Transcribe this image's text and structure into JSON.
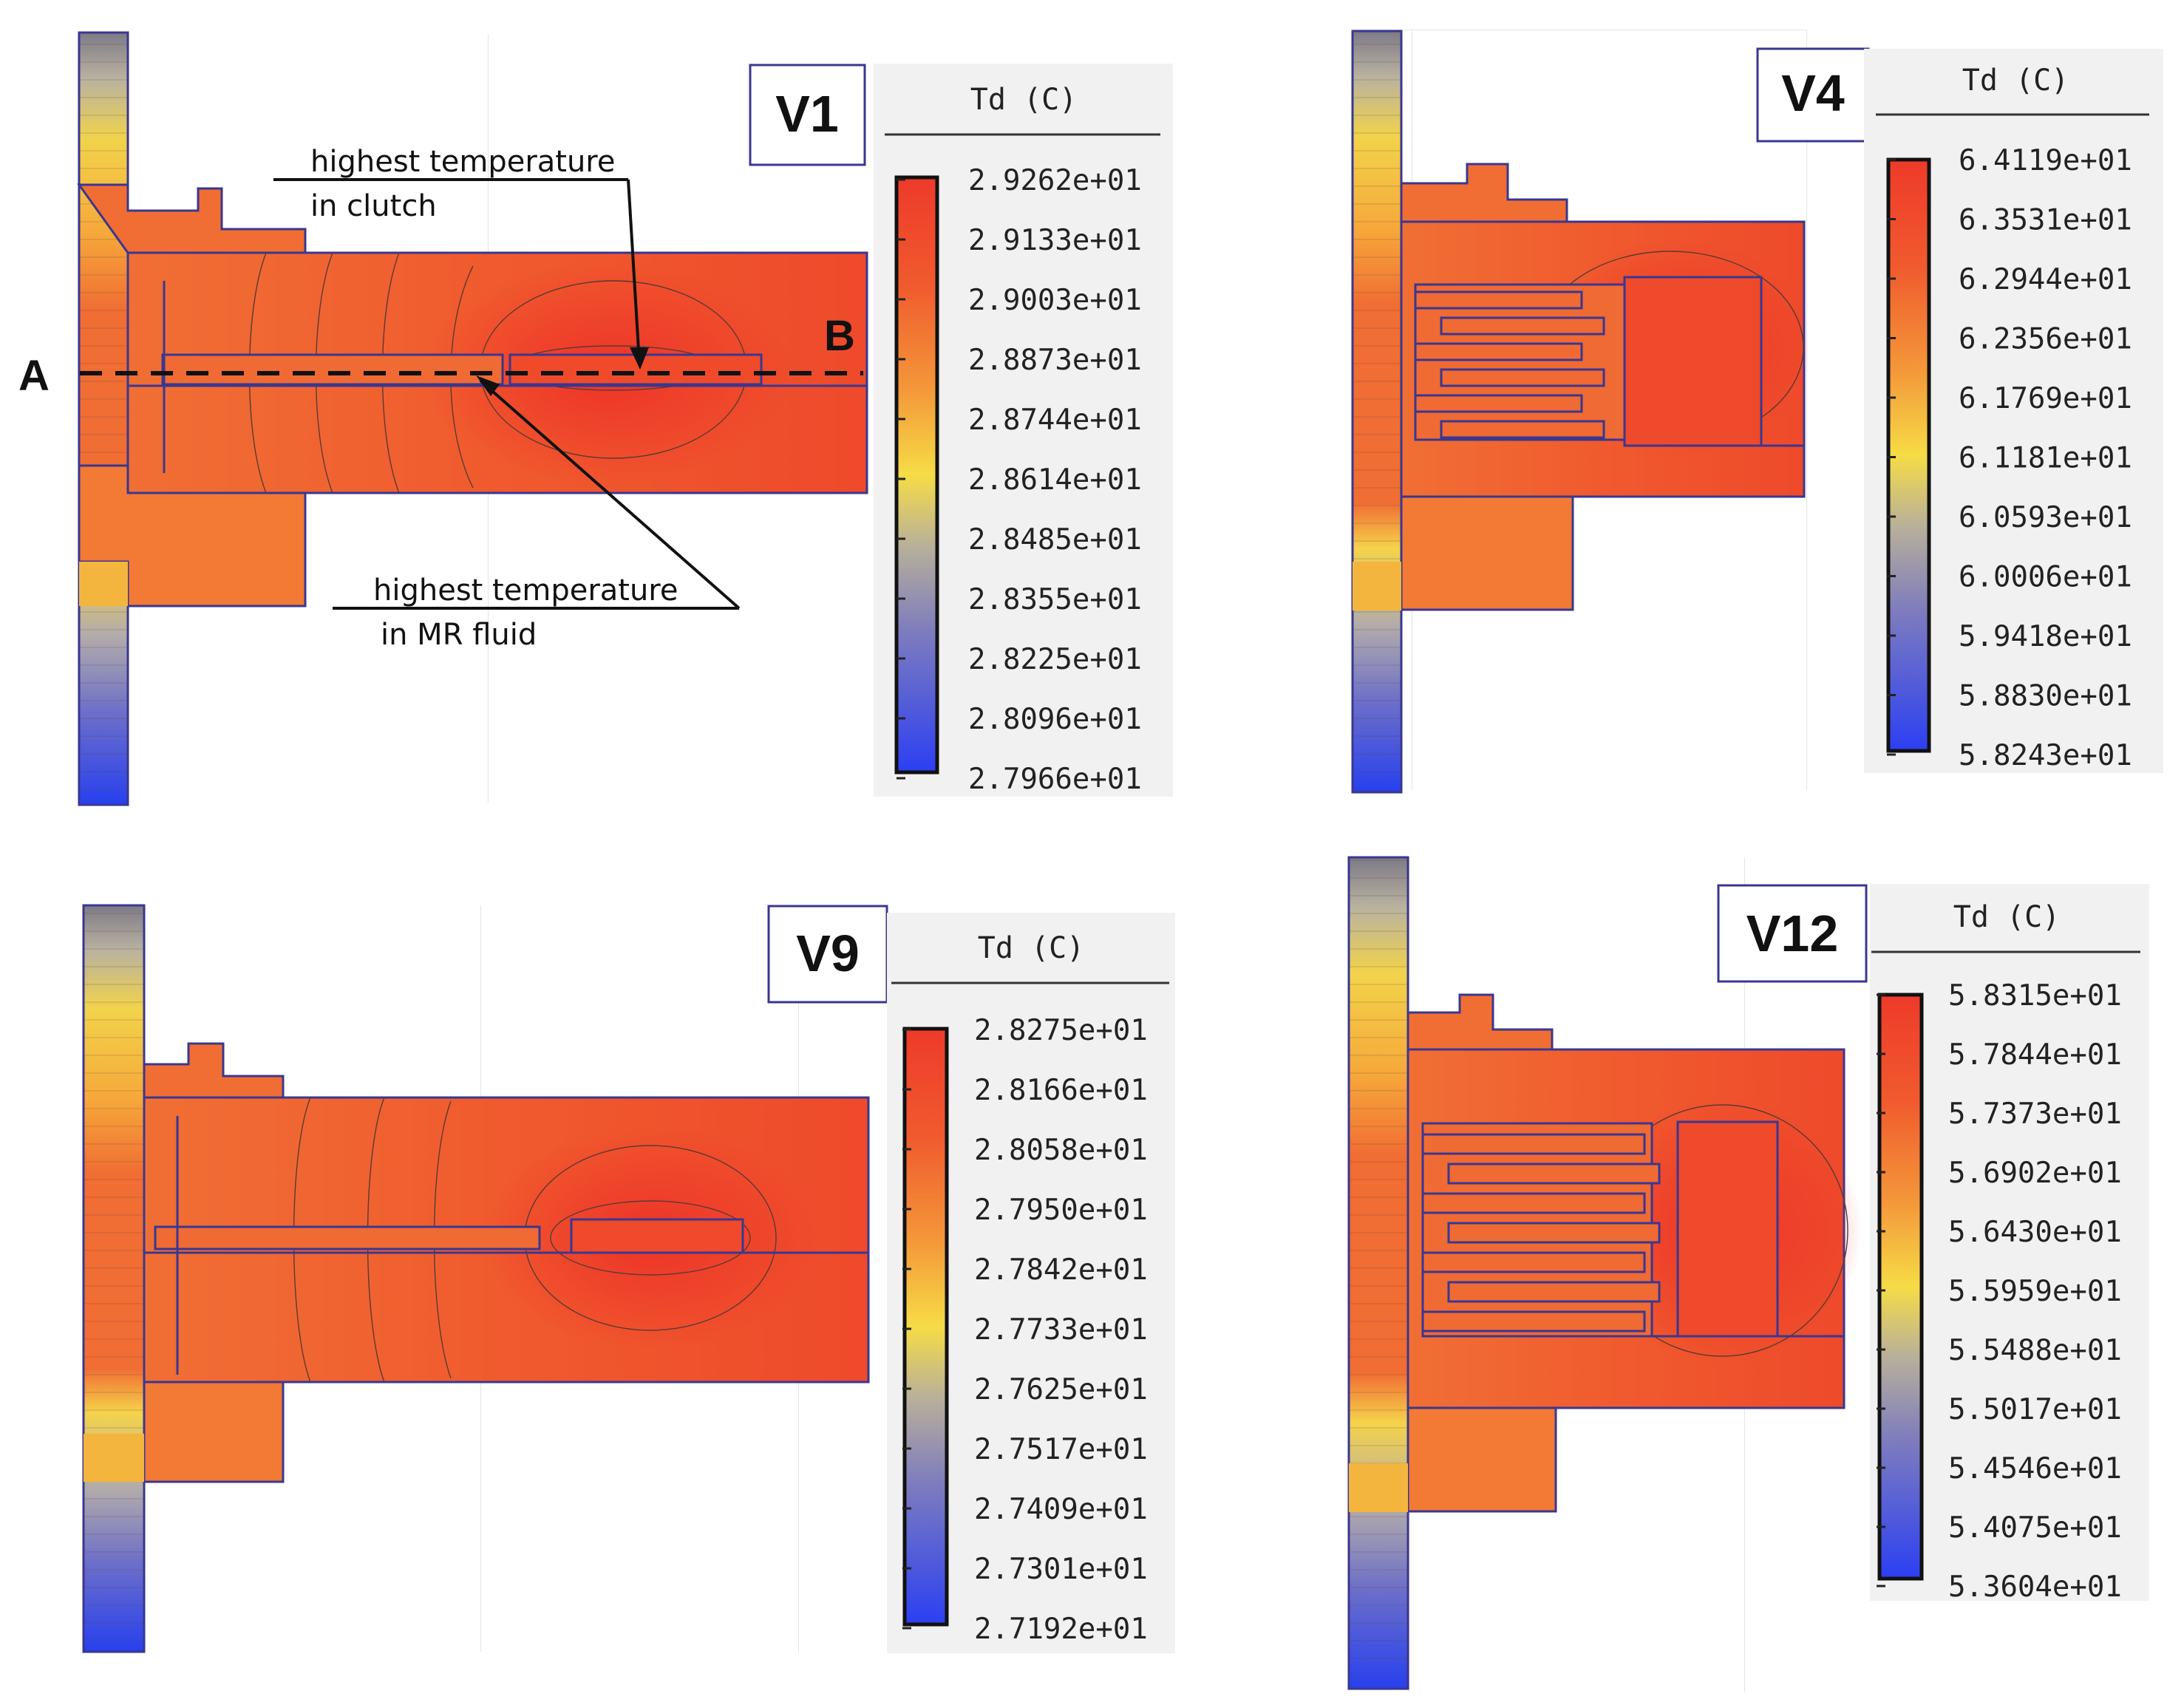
{
  "panels": [
    {
      "id": "v1",
      "label": "V1",
      "legend_title": "Td (C)",
      "ticks": [
        "2.9262e+01",
        "2.9133e+01",
        "2.9003e+01",
        "2.8873e+01",
        "2.8744e+01",
        "2.8614e+01",
        "2.8485e+01",
        "2.8355e+01",
        "2.8225e+01",
        "2.8096e+01",
        "2.7966e+01"
      ]
    },
    {
      "id": "v4",
      "label": "V4",
      "legend_title": "Td (C)",
      "ticks": [
        "6.4119e+01",
        "6.3531e+01",
        "6.2944e+01",
        "6.2356e+01",
        "6.1769e+01",
        "6.1181e+01",
        "6.0593e+01",
        "6.0006e+01",
        "5.9418e+01",
        "5.8830e+01",
        "5.8243e+01"
      ]
    },
    {
      "id": "v9",
      "label": "V9",
      "legend_title": "Td (C)",
      "ticks": [
        "2.8275e+01",
        "2.8166e+01",
        "2.8058e+01",
        "2.7950e+01",
        "2.7842e+01",
        "2.7733e+01",
        "2.7625e+01",
        "2.7517e+01",
        "2.7409e+01",
        "2.7301e+01",
        "2.7192e+01"
      ]
    },
    {
      "id": "v12",
      "label": "V12",
      "legend_title": "Td (C)",
      "ticks": [
        "5.8315e+01",
        "5.7844e+01",
        "5.7373e+01",
        "5.6902e+01",
        "5.6430e+01",
        "5.5959e+01",
        "5.5488e+01",
        "5.5017e+01",
        "5.4546e+01",
        "5.4075e+01",
        "5.3604e+01"
      ]
    }
  ],
  "annotations": {
    "clutch_line1": "highest temperature",
    "clutch_line2": "in clutch",
    "mr_line1": "highest temperature",
    "mr_line2": "in MR fluid",
    "point_a": "A",
    "point_b": "B"
  },
  "colors": {
    "hot": "#ef3d2b",
    "warm": "#f06a32",
    "mid": "#f3b33a",
    "yellow": "#f5df45",
    "grey": "#9d9aa8",
    "cold": "#2a3ff2",
    "outline": "#3a3790"
  }
}
